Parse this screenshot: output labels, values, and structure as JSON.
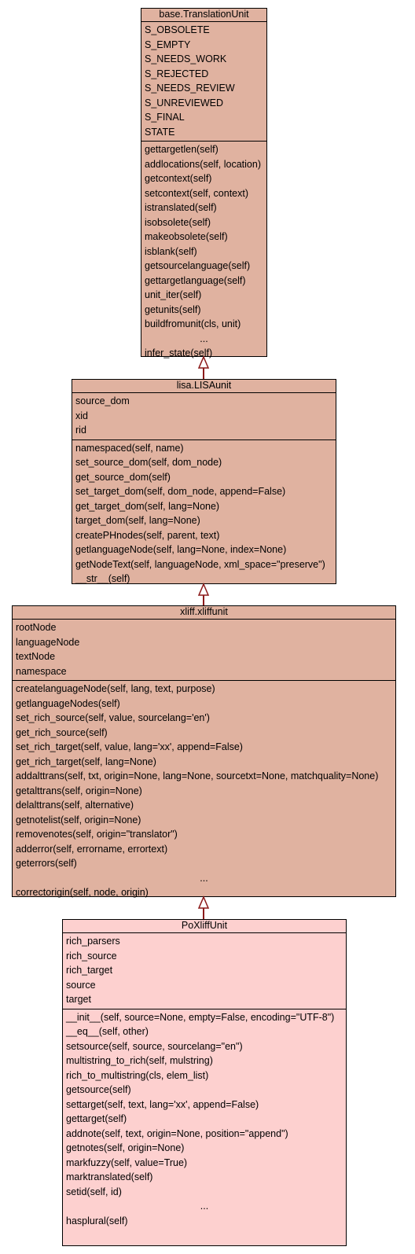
{
  "classes": [
    {
      "title": "base.TranslationUnit",
      "attributes": [
        "S_OBSOLETE",
        "S_EMPTY",
        "S_NEEDS_WORK",
        "S_REJECTED",
        "S_NEEDS_REVIEW",
        "S_UNREVIEWED",
        "S_FINAL",
        "STATE"
      ],
      "methods": [
        "gettargetlen(self)",
        "addlocations(self, location)",
        "getcontext(self)",
        "setcontext(self, context)",
        "istranslated(self)",
        "isobsolete(self)",
        "makeobsolete(self)",
        "isblank(self)",
        "getsourcelanguage(self)",
        "gettargetlanguage(self)",
        "unit_iter(self)",
        "getunits(self)",
        "buildfromunit(cls, unit)",
        "...",
        "infer_state(self)"
      ]
    },
    {
      "title": "lisa.LISAunit",
      "attributes": [
        "source_dom",
        "xid",
        "rid"
      ],
      "methods": [
        "namespaced(self, name)",
        "set_source_dom(self, dom_node)",
        "get_source_dom(self)",
        "set_target_dom(self, dom_node, append=False)",
        "get_target_dom(self, lang=None)",
        "target_dom(self, lang=None)",
        "createPHnodes(self, parent, text)",
        "getlanguageNode(self, lang=None, index=None)",
        "getNodeText(self, languageNode, xml_space=\"preserve\")",
        "__str__(self)"
      ]
    },
    {
      "title": "xliff.xliffunit",
      "attributes": [
        "rootNode",
        "languageNode",
        "textNode",
        "namespace"
      ],
      "methods": [
        "createlanguageNode(self, lang, text, purpose)",
        "getlanguageNodes(self)",
        "set_rich_source(self, value, sourcelang='en')",
        "get_rich_source(self)",
        "set_rich_target(self, value, lang='xx', append=False)",
        "get_rich_target(self, lang=None)",
        "addalttrans(self, txt, origin=None, lang=None, sourcetxt=None, matchquality=None)",
        "getalttrans(self, origin=None)",
        "delalttrans(self, alternative)",
        "getnotelist(self, origin=None)",
        "removenotes(self, origin=\"translator\")",
        "adderror(self, errorname, errortext)",
        "geterrors(self)",
        "...",
        "correctorigin(self, node, origin)"
      ]
    },
    {
      "title": "PoXliffUnit",
      "attributes": [
        "rich_parsers",
        "rich_source",
        "rich_target",
        "source",
        "target"
      ],
      "methods": [
        "__init__(self, source=None, empty=False, encoding=\"UTF-8\")",
        "__eq__(self, other)",
        "setsource(self, source, sourcelang=\"en\")",
        "multistring_to_rich(self, mulstring)",
        "rich_to_multistring(cls, elem_list)",
        "getsource(self)",
        "settarget(self, text, lang='xx', append=False)",
        "gettarget(self)",
        "addnote(self, text, origin=None, position=\"append\")",
        "getnotes(self, origin=None)",
        "markfuzzy(self, value=True)",
        "marktranslated(self)",
        "setid(self, id)",
        "...",
        "hasplural(self)"
      ]
    }
  ],
  "colors": {
    "base_fill": "#e0b2a0",
    "leaf_fill": "#fdd0cf",
    "edge": "#8b1a1a"
  }
}
